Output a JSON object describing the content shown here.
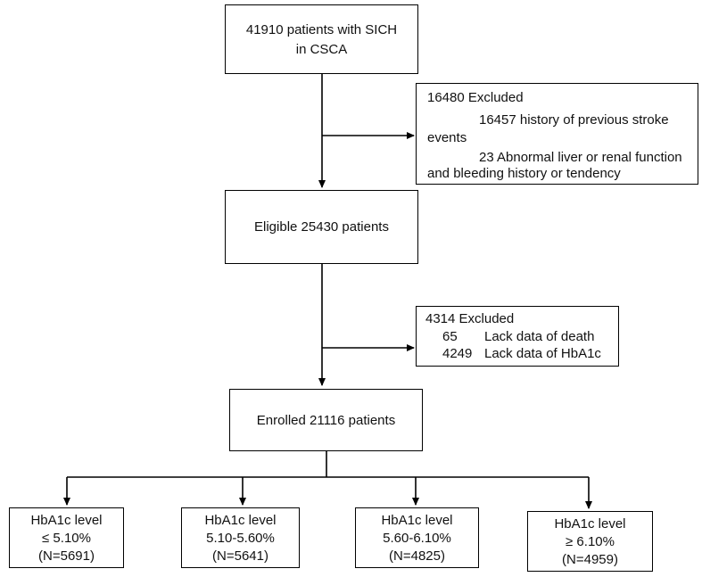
{
  "flowchart": {
    "start": {
      "line1": "41910 patients with SICH",
      "line2": "in CSCA"
    },
    "exclusion1": {
      "title": "16480 Excluded",
      "item1_line1": "16457 history of previous stroke",
      "item1_line2": "events",
      "item2_line1": "23 Abnormal liver or renal function",
      "item2_line2": "and bleeding history or tendency"
    },
    "eligible": {
      "text": "Eligible 25430 patients"
    },
    "exclusion2": {
      "title": "4314 Excluded",
      "rows": [
        {
          "count": "65",
          "reason": "Lack data of death"
        },
        {
          "count": "4249",
          "reason": "Lack data of HbA1c"
        }
      ]
    },
    "enrolled": {
      "text": "Enrolled 21116 patients"
    },
    "groups": [
      {
        "line1": "HbA1c level",
        "line2": "≤ 5.10%",
        "line3": "(N=5691)"
      },
      {
        "line1": "HbA1c level",
        "line2": "5.10-5.60%",
        "line3": "(N=5641)"
      },
      {
        "line1": "HbA1c level",
        "line2": "5.60-6.10%",
        "line3": "(N=4825)"
      },
      {
        "line1": "HbA1c level",
        "line2": "≥ 6.10%",
        "line3": "(N=4959)"
      }
    ]
  }
}
